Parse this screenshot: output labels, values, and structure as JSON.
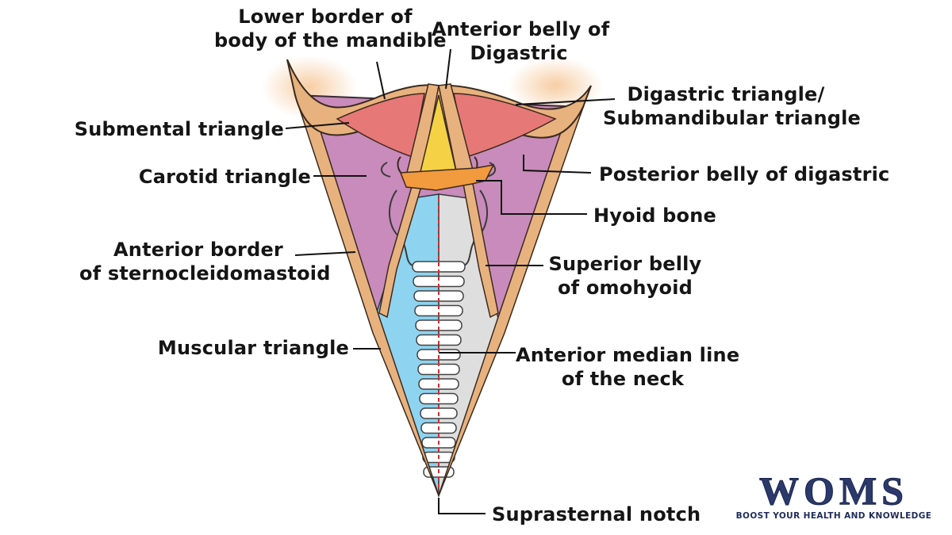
{
  "labels": {
    "lower_border_mandible": [
      "Lower border of",
      "body of the mandible"
    ],
    "anterior_belly_digastric": [
      "Anterior belly of",
      "Digastric"
    ],
    "digastric_triangle": [
      "Digastric triangle/",
      "Submandibular triangle"
    ],
    "submental_triangle": "Submental triangle",
    "carotid_triangle": "Carotid triangle",
    "posterior_belly_digastric": "Posterior belly of digastric",
    "hyoid_bone": "Hyoid bone",
    "anterior_border_scm": [
      "Anterior border",
      "of sternocleidomastoid"
    ],
    "superior_belly_omohyoid": [
      "Superior belly",
      "of omohyoid"
    ],
    "muscular_triangle": "Muscular triangle",
    "anterior_median_line": [
      "Anterior median line",
      "of the neck"
    ],
    "suprasternal_notch": "Suprasternal notch"
  },
  "logo": {
    "wordmark": "WOMS",
    "tagline": "BOOST YOUR HEALTH AND KNOWLEDGE"
  },
  "colors": {
    "carotid_purple": "#c88bbb",
    "submandibular_red": "#e77878",
    "submental_yellow": "#f5d245",
    "muscle_tan": "#e8b27e",
    "hyoid_orange": "#f29a3e",
    "muscular_left_blue": "#8ed4f0",
    "muscular_right_grey": "#dcdcdc",
    "median_line_red": "#d03030",
    "logo_navy": "#2b3a6b"
  }
}
